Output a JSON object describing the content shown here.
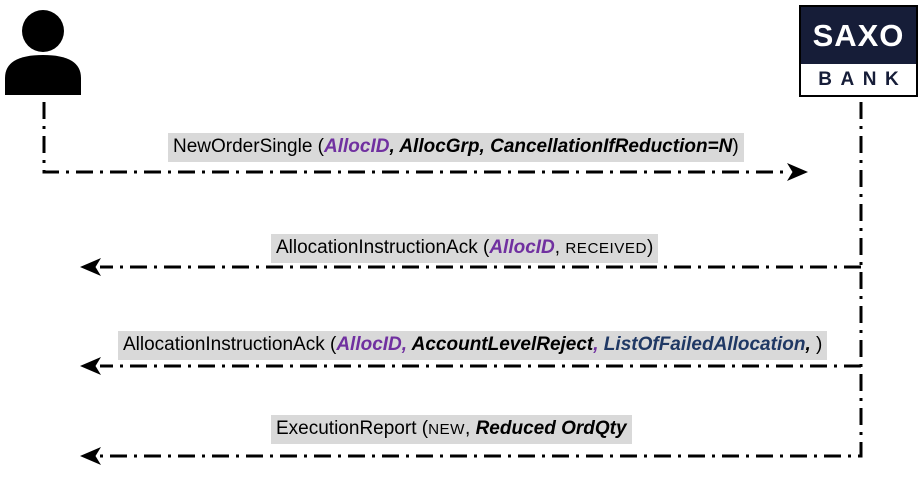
{
  "actors": {
    "user": {
      "icon": "person-icon"
    },
    "bank": {
      "name_top": "SAXO",
      "name_bottom": "BANK"
    }
  },
  "colors": {
    "field_purple": "#7030A0",
    "field_navy": "#1F3864",
    "logo_navy": "#161D38",
    "label_highlight": "#D9D9D9",
    "line_black": "#000000"
  },
  "messages": [
    {
      "name": "new-order-single",
      "direction": "right",
      "segments": [
        {
          "text": "NewOrderSingle ("
        },
        {
          "text": "AllocID"
        },
        {
          "text": ", "
        },
        {
          "text": "AllocGrp, CancellationIfReduction=N"
        },
        {
          "text": ")"
        }
      ]
    },
    {
      "name": "allocation-instruction-ack-received",
      "direction": "left",
      "segments": [
        {
          "text": "AllocationInstructionAck ("
        },
        {
          "text": "AllocID"
        },
        {
          "text": ", "
        },
        {
          "text": "RECEIVED"
        },
        {
          "text": ")"
        }
      ]
    },
    {
      "name": "allocation-instruction-ack-reject",
      "direction": "left",
      "segments": [
        {
          "text": "AllocationInstructionAck ("
        },
        {
          "text": "AllocID,"
        },
        {
          "text": " AccountLevelReject"
        },
        {
          "text": ","
        },
        {
          "text": " ListOfFailedAllocation"
        },
        {
          "text": ","
        },
        {
          "text": " )"
        }
      ]
    },
    {
      "name": "execution-report",
      "direction": "left",
      "segments": [
        {
          "text": "ExecutionReport ("
        },
        {
          "text": "NEW"
        },
        {
          "text": ", "
        },
        {
          "text": "Reduced OrdQty"
        }
      ]
    }
  ]
}
